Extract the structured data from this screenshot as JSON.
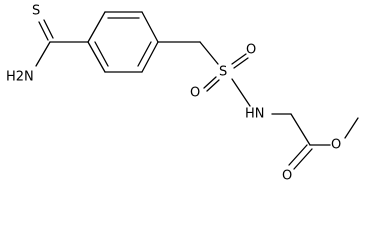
{
  "molecule": {
    "atoms": {
      "s_thione": "S",
      "nh2_amide": "H2N",
      "s_sulfonyl": "S",
      "o_sulfonyl_left": "O",
      "o_sulfonyl_right": "O",
      "nh": "HN",
      "o_carbonyl": "O",
      "o_ester": "O"
    }
  }
}
